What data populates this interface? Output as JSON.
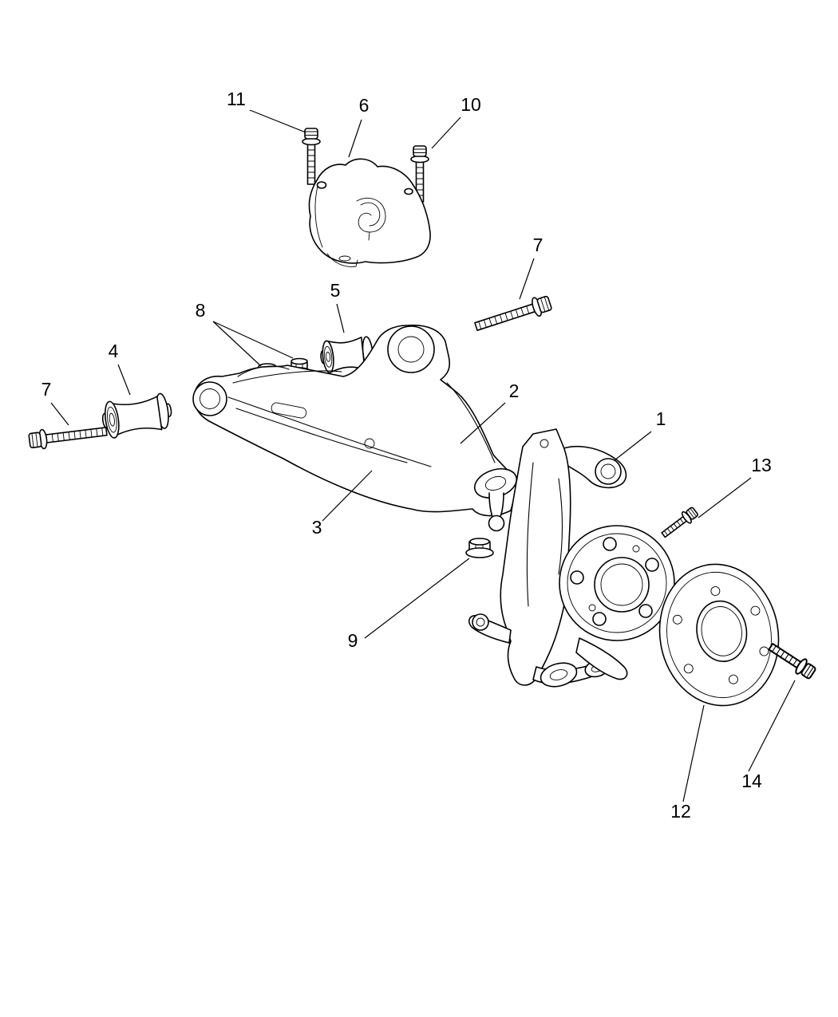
{
  "diagram": {
    "background": "#ffffff",
    "line_color": "#000000",
    "callouts": [
      {
        "label": "11"
      },
      {
        "label": "6"
      },
      {
        "label": "10"
      },
      {
        "label": "7"
      },
      {
        "label": "5"
      },
      {
        "label": "8"
      },
      {
        "label": "4"
      },
      {
        "label": "7"
      },
      {
        "label": "2"
      },
      {
        "label": "1"
      },
      {
        "label": "13"
      },
      {
        "label": "3"
      },
      {
        "label": "9"
      },
      {
        "label": "12"
      },
      {
        "label": "14"
      }
    ]
  }
}
